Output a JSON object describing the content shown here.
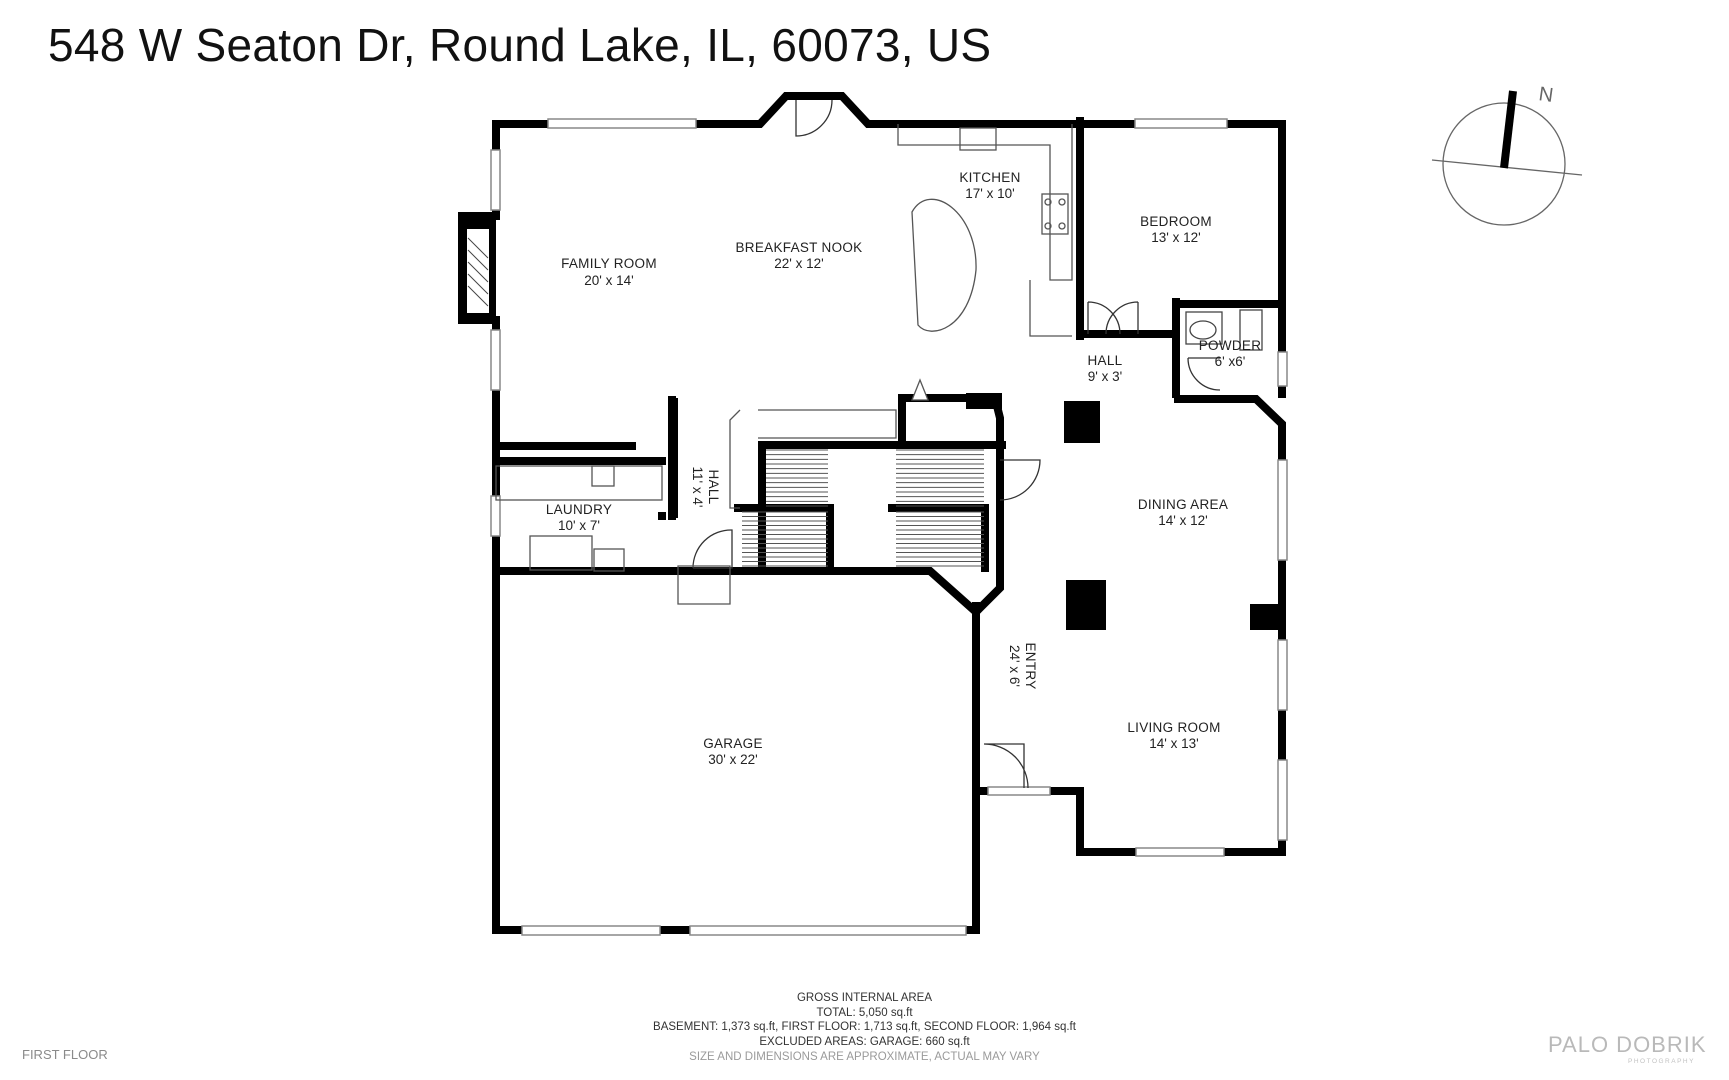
{
  "header": {
    "address": "548 W Seaton Dr, Round Lake, IL, 60073, US"
  },
  "compass": {
    "north_label": "N",
    "icon": "north-arrow-icon"
  },
  "rooms": {
    "family_room": {
      "name": "FAMILY ROOM",
      "dims": "20' x 14'"
    },
    "breakfast_nook": {
      "name": "BREAKFAST NOOK",
      "dims": "22' x 12'"
    },
    "kitchen": {
      "name": "KITCHEN",
      "dims": "17' x 10'"
    },
    "bedroom": {
      "name": "BEDROOM",
      "dims": "13' x 12'"
    },
    "hall_upper": {
      "name": "HALL",
      "dims": "9' x 3'"
    },
    "powder": {
      "name": "POWDER",
      "dims": "6' x6'"
    },
    "laundry": {
      "name": "LAUNDRY",
      "dims": "10' x 7'"
    },
    "hall_side": {
      "name": "HALL",
      "dims": "11' x 4'"
    },
    "dining_area": {
      "name": "DINING AREA",
      "dims": "14' x 12'"
    },
    "entry": {
      "name": "ENTRY",
      "dims": "24' x 6'"
    },
    "living_room": {
      "name": "LIVING ROOM",
      "dims": "14' x 13'"
    },
    "garage": {
      "name": "GARAGE",
      "dims": "30' x 22'"
    }
  },
  "footer": {
    "heading": "GROSS INTERNAL AREA",
    "total": "TOTAL: 5,050 sq.ft",
    "floors": "BASEMENT: 1,373 sq.ft, FIRST FLOOR: 1,713 sq.ft, SECOND FLOOR: 1,964 sq.ft",
    "excluded": "EXCLUDED AREAS: GARAGE: 660 sq.ft",
    "disclaimer": "SIZE AND DIMENSIONS ARE APPROXIMATE, ACTUAL MAY VARY",
    "floor_label": "FIRST FLOOR"
  },
  "brand": {
    "name": "PALO DOBRIK",
    "sub": "PHOTOGRAPHY"
  },
  "colors": {
    "wall": "#000000",
    "fixture": "#555555",
    "window": "#9a9a9a",
    "text": "#222222"
  }
}
